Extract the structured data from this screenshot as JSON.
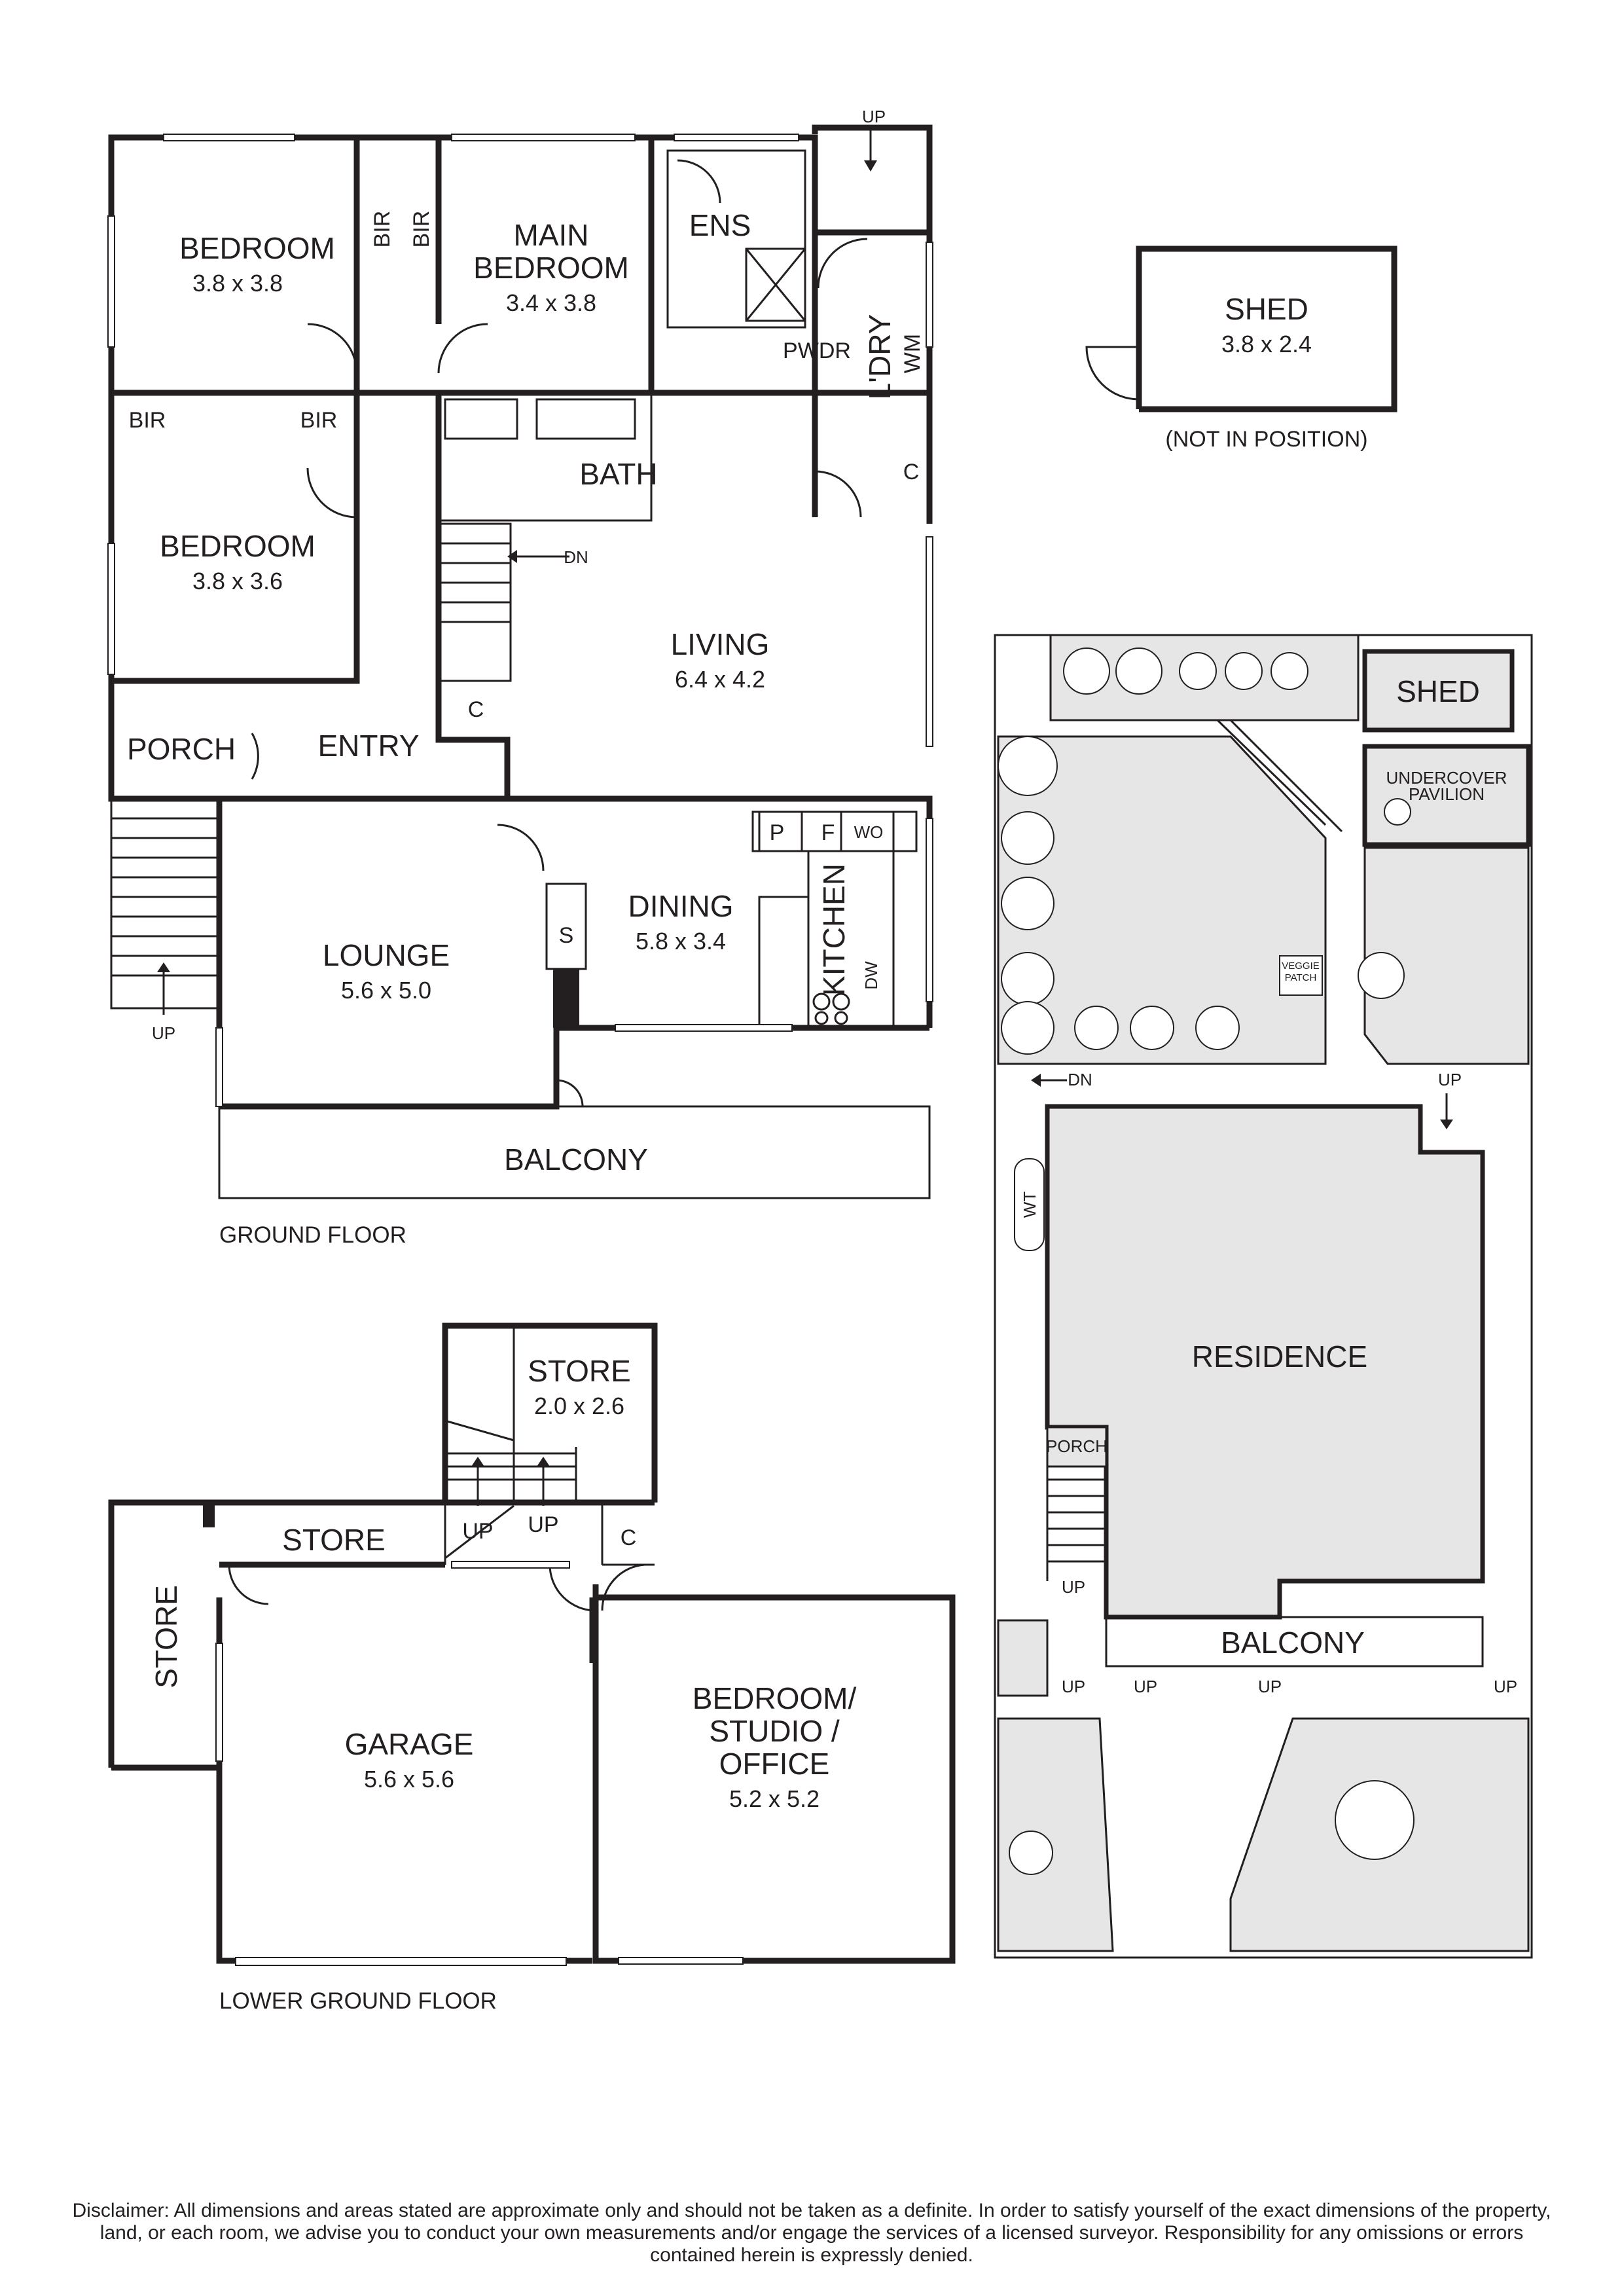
{
  "ground_floor": {
    "caption": "GROUND FLOOR",
    "rooms": {
      "bedroom1": {
        "name": "BEDROOM",
        "dim": "3.8 x 3.8"
      },
      "bir1": "BIR",
      "bir2": "BIR",
      "main_bedroom_line1": "MAIN",
      "main_bedroom_line2": "BEDROOM",
      "main_bedroom_dim": "3.4 x 3.8",
      "ens": "ENS",
      "pwdr": "PWDR",
      "laundry": "L'DRY",
      "wm": "WM",
      "bir3": "BIR",
      "bir4": "BIR",
      "bath": "BATH",
      "c_bath": "C",
      "bedroom2": {
        "name": "BEDROOM",
        "dim": "3.8 x 3.6"
      },
      "dn": "DN",
      "living": {
        "name": "LIVING",
        "dim": "6.4 x 4.2"
      },
      "c_living": "C",
      "porch": "PORCH",
      "entry": "ENTRY",
      "lounge": {
        "name": "LOUNGE",
        "dim": "5.6 x 5.0"
      },
      "dining": {
        "name": "DINING",
        "dim": "5.8 x 3.4"
      },
      "s": "S",
      "p": "P",
      "f": "F",
      "wo": "WO",
      "kitchen": "KITCHEN",
      "dw": "DW",
      "up_stairs": "UP",
      "up_top": "UP",
      "balcony": "BALCONY"
    }
  },
  "shed": {
    "name": "SHED",
    "dim": "3.8 x 2.4",
    "note": "(NOT IN POSITION)"
  },
  "lower_ground_floor": {
    "caption": "LOWER GROUND FLOOR",
    "rooms": {
      "store_top": {
        "name": "STORE",
        "dim": "2.0 x 2.6"
      },
      "up1": "UP",
      "up2": "UP",
      "c": "C",
      "store_mid": "STORE",
      "store_side": "STORE",
      "garage": {
        "name": "GARAGE",
        "dim": "5.6 x 5.6"
      },
      "bedroom_line1": "BEDROOM/",
      "bedroom_line2": "STUDIO /",
      "bedroom_line3": "OFFICE",
      "bedroom_dim": "5.2 x 5.2"
    }
  },
  "site_plan": {
    "shed": "SHED",
    "undercover_line1": "UNDERCOVER",
    "undercover_line2": "PAVILION",
    "veggie_line1": "VEGGIE",
    "veggie_line2": "PATCH",
    "dn": "DN",
    "up_top": "UP",
    "wt": "WT",
    "residence": "RESIDENCE",
    "porch": "PORCH",
    "up_porch": "UP",
    "balcony": "BALCONY",
    "up_a": "UP",
    "up_b": "UP",
    "up_c": "UP",
    "up_d": "UP"
  },
  "disclaimer": "Disclaimer: All dimensions and areas stated are approximate only and should not be taken as a definite. In order to satisfy yourself of the exact dimensions of the property, land, or each room, we advise you to conduct your own measurements and/or engage the services of a licensed surveyor. Responsibility for any omissions or errors contained herein is expressly denied."
}
